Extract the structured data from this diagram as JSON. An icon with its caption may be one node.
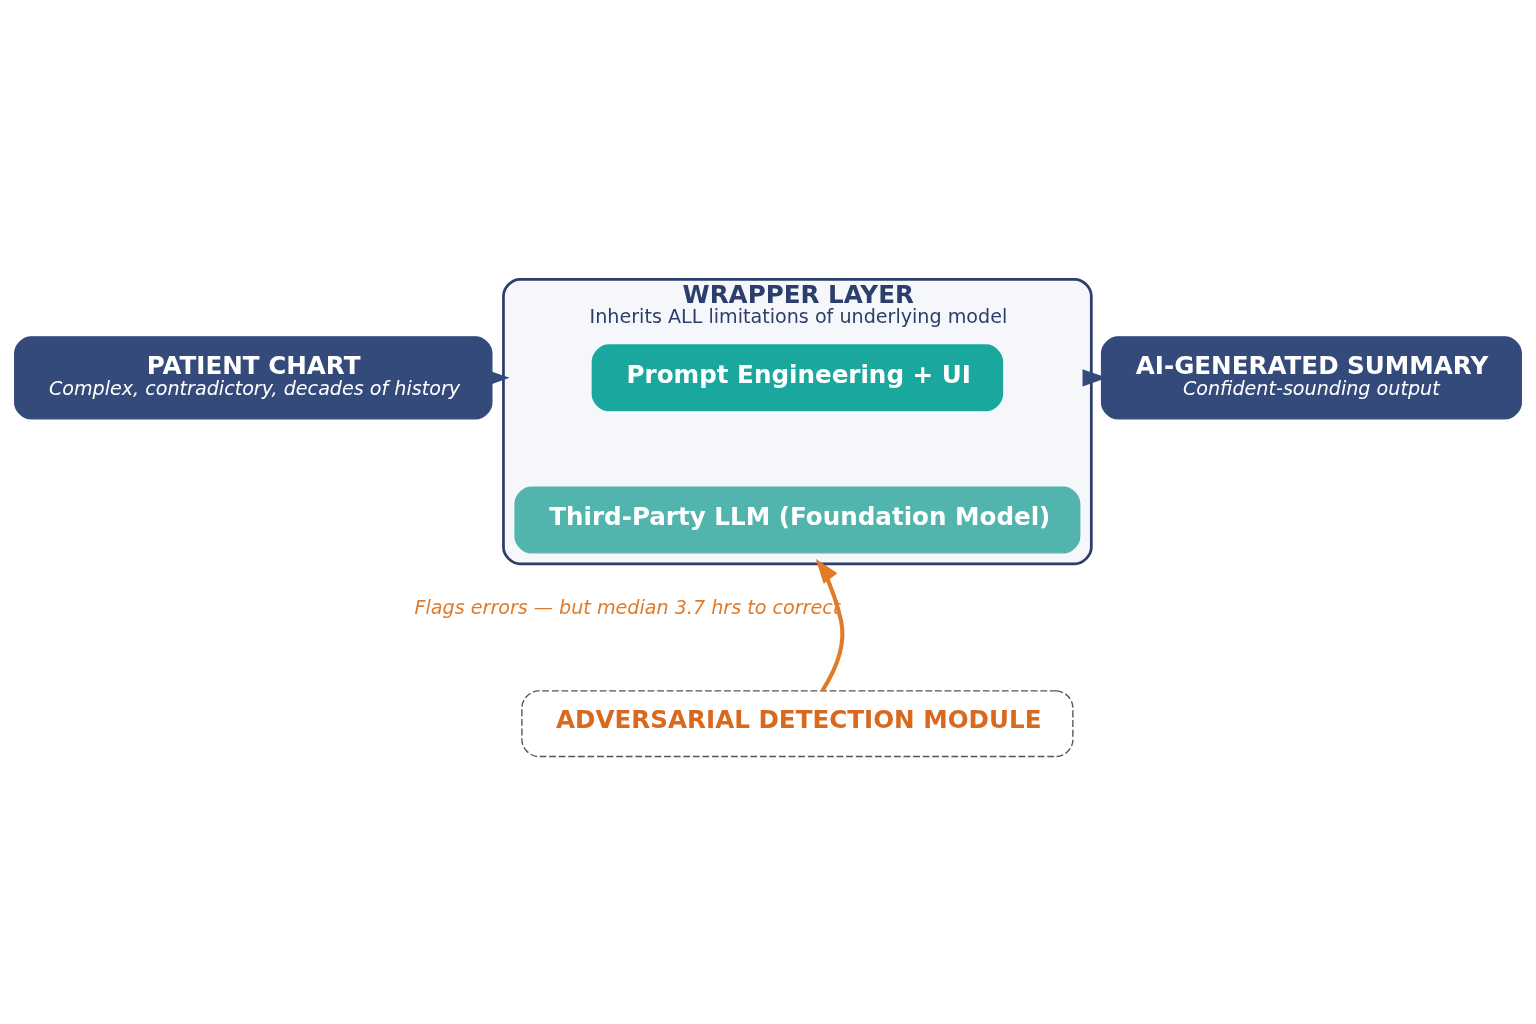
{
  "diagram": {
    "nodes": [
      {
        "text": [
          "PATIENT CHART",
          "Complex, contradictory, decades of history"
        ]
      },
      {
        "text": [
          "WRAPPER LAYER",
          "Inherits ALL limitations of underlying model"
        ]
      },
      {
        "text": [
          "Prompt Engineering + UI"
        ],
        "in": 1
      },
      {
        "text": [
          "Third-Party LLM (Foundation Model)"
        ],
        "in": 1
      },
      {
        "text": [
          "AI-GENERATED SUMMARY",
          "Confident-sounding output"
        ]
      },
      {
        "text": [
          "ADVERSARIAL DETECTION MODULE"
        ]
      }
    ],
    "edges": [
      {
        "from": 0,
        "to": 1,
        "arrow": "to"
      },
      {
        "from": 1,
        "to": 4,
        "arrow": "to"
      },
      {
        "from": 5,
        "to": 1,
        "arrow": "to",
        "label": "Flags errors — but median 3.7 hrs to correct",
        "color": "#e07b2a"
      }
    ]
  }
}
